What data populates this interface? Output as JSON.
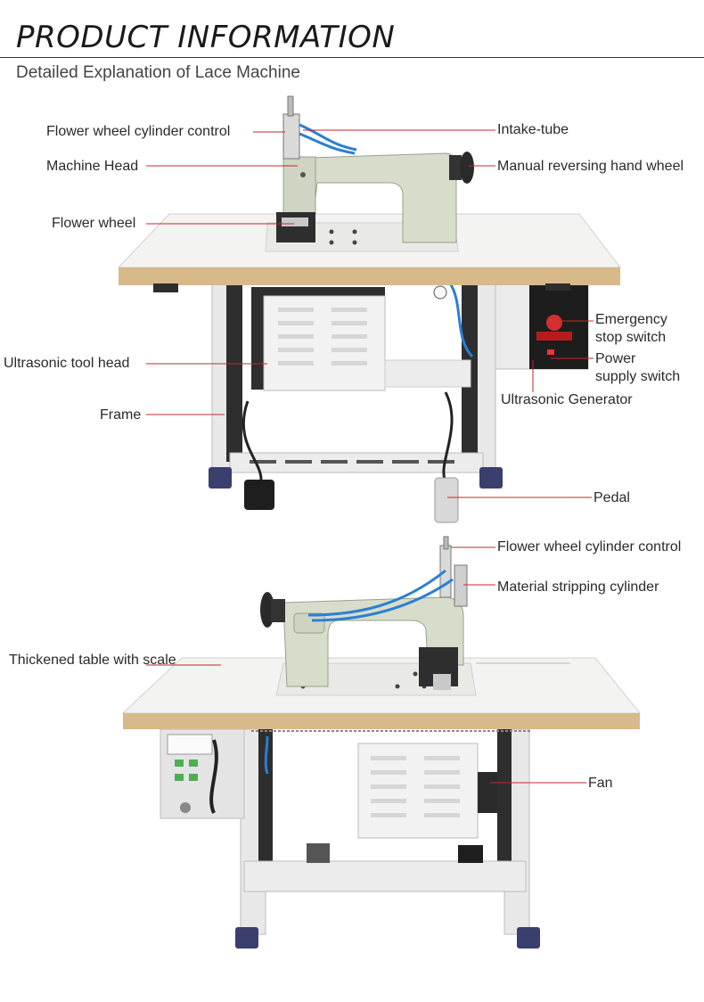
{
  "header": {
    "title": "PRODUCT INFORMATION",
    "subtitle": "Detailed Explanation of Lace Machine"
  },
  "labels_top": {
    "flower_wheel_cylinder_control": "Flower wheel cylinder control",
    "intake_tube": "Intake-tube",
    "machine_head": "Machine Head",
    "manual_reversing_hand_wheel": "Manual reversing hand wheel",
    "flower_wheel": "Flower wheel",
    "emergency_stop_line1": "Emergency",
    "emergency_stop_line2": "stop switch",
    "ultrasonic_tool_head": "Ultrasonic tool head",
    "power_supply_line1": "Power",
    "power_supply_line2": "supply switch",
    "ultrasonic_generator": "Ultrasonic Generator",
    "frame": "Frame",
    "pedal": "Pedal"
  },
  "labels_bottom": {
    "flower_wheel_cylinder_control": "Flower wheel cylinder control",
    "material_stripping_cylinder": "Material stripping cylinder",
    "thickened_table": "Thickened table with scale",
    "fan": "Fan"
  },
  "colors": {
    "callout_line": "#c62828",
    "machine_body": "#d7dccb",
    "table_top": "#f3f3f1",
    "table_edge": "#d8b98a",
    "frame": "#e6e6e6",
    "dark": "#2b2b2b",
    "air_tube": "#2a7fd4",
    "foot": "#3a3f6e"
  }
}
